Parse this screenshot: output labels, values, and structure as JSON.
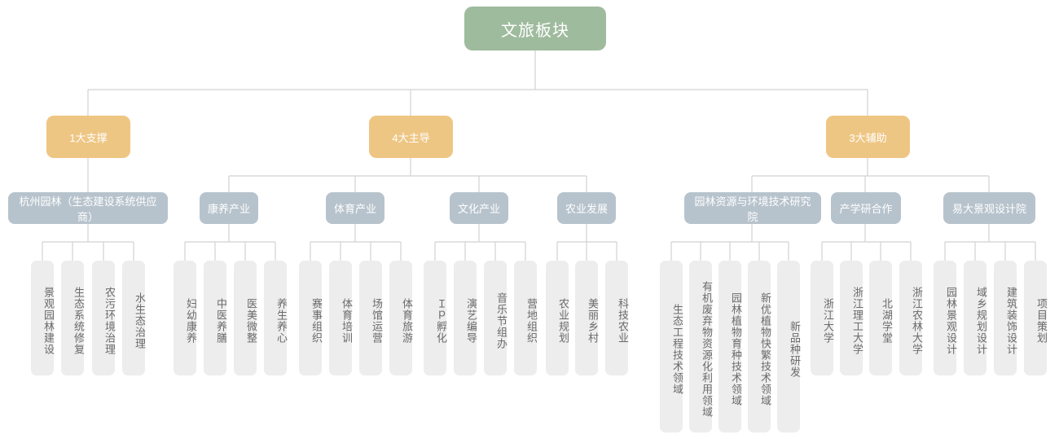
{
  "diagram": {
    "title": "文旅板块",
    "colors": {
      "root": "#9fbb9e",
      "level2": "#eec683",
      "level3": "#b7c3cc",
      "leaf_bg": "#ededed",
      "leaf_text": "#6b6b6b",
      "connector": "#d2d2d2"
    }
  },
  "root": {
    "label": "文旅板块"
  },
  "level2": [
    {
      "label": "1大支撑"
    },
    {
      "label": "4大主导"
    },
    {
      "label": "3大辅助"
    }
  ],
  "level3": [
    {
      "label": "杭州园林（生态建设系统供应商）"
    },
    {
      "label": "康养产业"
    },
    {
      "label": "体育产业"
    },
    {
      "label": "文化产业"
    },
    {
      "label": "农业发展"
    },
    {
      "label": "园林资源与环境技术研究院"
    },
    {
      "label": "产学研合作"
    },
    {
      "label": "易大景观设计院"
    }
  ],
  "leaves": [
    {
      "label": "景观园林建设"
    },
    {
      "label": "生态系统修复"
    },
    {
      "label": "农污环境治理"
    },
    {
      "label": "水生态治理"
    },
    {
      "label": "妇幼康养"
    },
    {
      "label": "中医养膳"
    },
    {
      "label": "医美微整"
    },
    {
      "label": "养生养心"
    },
    {
      "label": "赛事组织"
    },
    {
      "label": "体育培训"
    },
    {
      "label": "场馆运营"
    },
    {
      "label": "体育旅游"
    },
    {
      "label": "Ｉｐ孵化"
    },
    {
      "label": "演艺编导"
    },
    {
      "label": "音乐节组办"
    },
    {
      "label": "营地组织"
    },
    {
      "label": "农业规划"
    },
    {
      "label": "美丽乡村"
    },
    {
      "label": "科技农业"
    },
    {
      "label": "生态工程技术领域"
    },
    {
      "label": "有机废弃物资源化利用领域"
    },
    {
      "label": "园林植物育种技术领域"
    },
    {
      "label": "新优植物快繁技术领域"
    },
    {
      "label": "新品种研发"
    },
    {
      "label": "浙江大学"
    },
    {
      "label": "浙江理工大学"
    },
    {
      "label": "北湖学堂"
    },
    {
      "label": "浙江农林大学"
    },
    {
      "label": "园林景观设计"
    },
    {
      "label": "域乡规划设计"
    },
    {
      "label": "建筑装饰设计"
    },
    {
      "label": "项目策划"
    }
  ]
}
